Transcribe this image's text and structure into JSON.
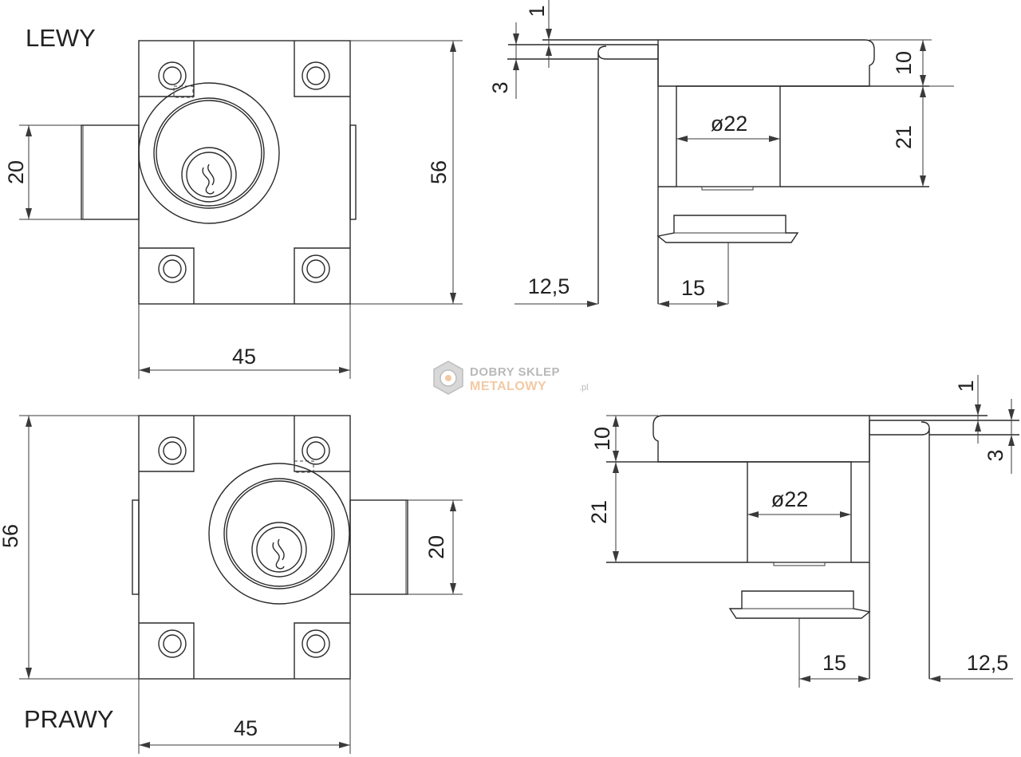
{
  "labels": {
    "left": "LEWY",
    "right": "PRAWY"
  },
  "logo": {
    "line1": "DOBRY SKLEP",
    "line2": "METALOWY",
    "suffix": ".pl",
    "colors": {
      "gray": "#b9b9b9",
      "orange": "#f2c9a4"
    }
  },
  "dimensions": {
    "left_front": {
      "width": "45",
      "height": "56",
      "bolt_height": "20"
    },
    "left_side": {
      "plate_thickness": "1",
      "plate_offset": "3",
      "flange_height": "10",
      "diameter": "ø22",
      "body_depth": "21",
      "offset": "12,5",
      "depth": "15"
    },
    "right_front": {
      "width": "45",
      "height": "56",
      "bolt_height": "20"
    },
    "right_side": {
      "plate_thickness": "1",
      "plate_offset": "3",
      "flange_height": "10",
      "diameter": "ø22",
      "body_depth": "21",
      "offset": "12,5",
      "depth": "15"
    }
  }
}
